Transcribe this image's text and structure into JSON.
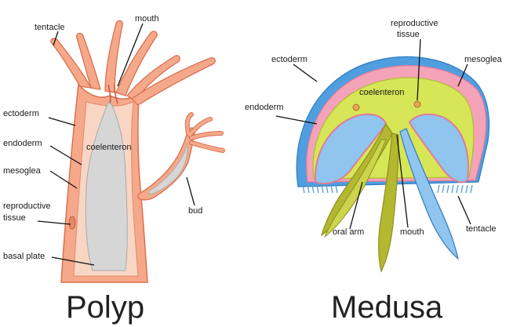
{
  "polyp": {
    "title": "Polyp",
    "labels": {
      "tentacle": "tentacle",
      "mouth": "mouth",
      "ectoderm": "ectoderm",
      "endoderm": "endoderm",
      "mesoglea": "mesoglea",
      "coelenteron": "coelenteron",
      "reproductive_1": "reproductive",
      "reproductive_2": "tissue",
      "bud": "bud",
      "basal_plate": "basal plate"
    }
  },
  "medusa": {
    "title": "Medusa",
    "labels": {
      "reproductive_1": "reproductive",
      "reproductive_2": "tissue",
      "ectoderm": "ectoderm",
      "mesoglea": "mesoglea",
      "coelenteron": "coelenteron",
      "endoderm": "endoderm",
      "oral_arm": "oral arm",
      "mouth": "mouth",
      "tentacle": "tentacle"
    }
  },
  "colors": {
    "polyp_outer": "#f5a98a",
    "polyp_outline": "#d9704f",
    "polyp_mesoglea": "#f9d6c4",
    "coelenteron_fill": "#d6d6d6",
    "medusa_ectoderm": "#4f9ee0",
    "medusa_mesoglea": "#f4a3b8",
    "medusa_endoderm": "#d7e657",
    "oral_arm": "#b3b830",
    "medusa_inner": "#8fc5ee"
  }
}
